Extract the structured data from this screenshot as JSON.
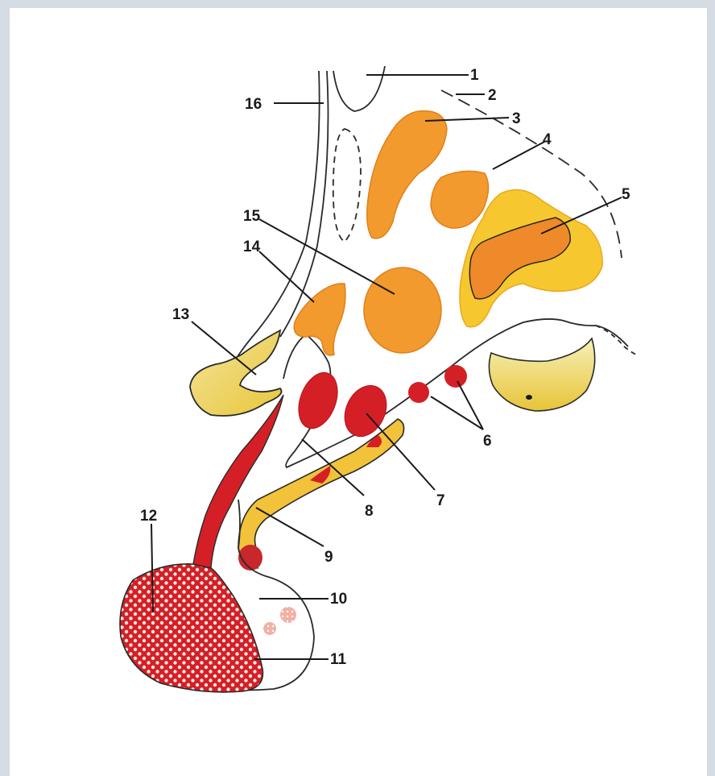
{
  "diagram": {
    "labels": {
      "l1": "1",
      "l2": "2",
      "l3": "3",
      "l4": "4",
      "l5": "5",
      "l6": "6",
      "l7": "7",
      "l8": "8",
      "l9": "9",
      "l10": "10",
      "l11": "11",
      "l12": "12",
      "l13": "13",
      "l14": "14",
      "l15": "15",
      "l16": "16"
    },
    "colors": {
      "page_border": "#d5dce3",
      "background": "#ffffff",
      "orange_nucleus": "#f29a2e",
      "orange_edge": "#e0801a",
      "yellow_tissue": "#f7c72f",
      "pale_yellow": "#f4ec9c",
      "red_tissue": "#d51f26",
      "red_dark": "#b2151b",
      "outline": "#2a2a2a"
    }
  }
}
